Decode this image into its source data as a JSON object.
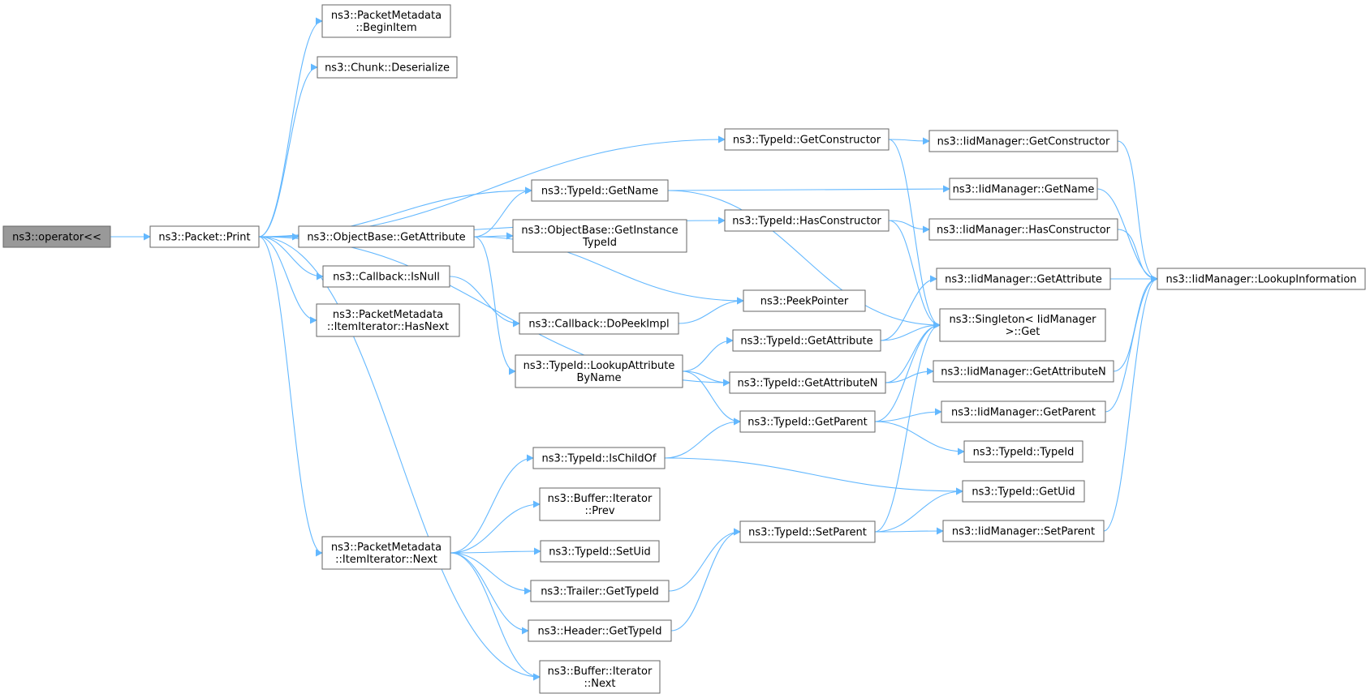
{
  "colors": {
    "edge": "#63b8ff",
    "node_border": "#666666",
    "root_fill": "#999999",
    "node_fill": "#ffffff"
  },
  "nodes": [
    {
      "id": "op",
      "lines": [
        "ns3::operator<<"
      ]
    },
    {
      "id": "print",
      "lines": [
        "ns3::Packet::Print"
      ]
    },
    {
      "id": "pm_begin",
      "lines": [
        "ns3::PacketMetadata",
        "::BeginItem"
      ]
    },
    {
      "id": "chunk_deser",
      "lines": [
        "ns3::Chunk::Deserialize"
      ]
    },
    {
      "id": "ob_getattr",
      "lines": [
        "ns3::ObjectBase::GetAttribute"
      ]
    },
    {
      "id": "cb_isnull",
      "lines": [
        "ns3::Callback::IsNull"
      ]
    },
    {
      "id": "pm_hasnext",
      "lines": [
        "ns3::PacketMetadata",
        "::ItemIterator::HasNext"
      ]
    },
    {
      "id": "pm_next",
      "lines": [
        "ns3::PacketMetadata",
        "::ItemIterator::Next"
      ]
    },
    {
      "id": "tid_getname",
      "lines": [
        "ns3::TypeId::GetName"
      ]
    },
    {
      "id": "ob_getinst",
      "lines": [
        "ns3::ObjectBase::GetInstance",
        "TypeId"
      ]
    },
    {
      "id": "cb_peekimpl",
      "lines": [
        "ns3::Callback::DoPeekImpl"
      ]
    },
    {
      "id": "tid_lookupattr",
      "lines": [
        "ns3::TypeId::LookupAttribute",
        "ByName"
      ]
    },
    {
      "id": "tid_ischildof",
      "lines": [
        "ns3::TypeId::IsChildOf"
      ]
    },
    {
      "id": "buf_prev",
      "lines": [
        "ns3::Buffer::Iterator",
        "::Prev"
      ]
    },
    {
      "id": "tid_setuid",
      "lines": [
        "ns3::TypeId::SetUid"
      ]
    },
    {
      "id": "trailer_gettid",
      "lines": [
        "ns3::Trailer::GetTypeId"
      ]
    },
    {
      "id": "header_gettid",
      "lines": [
        "ns3::Header::GetTypeId"
      ]
    },
    {
      "id": "buf_next",
      "lines": [
        "ns3::Buffer::Iterator",
        "::Next"
      ]
    },
    {
      "id": "tid_getctor",
      "lines": [
        "ns3::TypeId::GetConstructor"
      ]
    },
    {
      "id": "tid_hasctor",
      "lines": [
        "ns3::TypeId::HasConstructor"
      ]
    },
    {
      "id": "peekpointer",
      "lines": [
        "ns3::PeekPointer"
      ]
    },
    {
      "id": "tid_getattr",
      "lines": [
        "ns3::TypeId::GetAttribute"
      ]
    },
    {
      "id": "tid_getattrn",
      "lines": [
        "ns3::TypeId::GetAttributeN"
      ]
    },
    {
      "id": "tid_getparent",
      "lines": [
        "ns3::TypeId::GetParent"
      ]
    },
    {
      "id": "tid_setparent",
      "lines": [
        "ns3::TypeId::SetParent"
      ]
    },
    {
      "id": "iid_getctor",
      "lines": [
        "ns3::IidManager::GetConstructor"
      ]
    },
    {
      "id": "iid_getname",
      "lines": [
        "ns3::IidManager::GetName"
      ]
    },
    {
      "id": "iid_hasctor",
      "lines": [
        "ns3::IidManager::HasConstructor"
      ]
    },
    {
      "id": "iid_getattr",
      "lines": [
        "ns3::IidManager::GetAttribute"
      ]
    },
    {
      "id": "singleton_get",
      "lines": [
        "ns3::Singleton< IidManager",
        " >::Get"
      ]
    },
    {
      "id": "iid_getattrn",
      "lines": [
        "ns3::IidManager::GetAttributeN"
      ]
    },
    {
      "id": "iid_getparent",
      "lines": [
        "ns3::IidManager::GetParent"
      ]
    },
    {
      "id": "tid_typeid",
      "lines": [
        "ns3::TypeId::TypeId"
      ]
    },
    {
      "id": "tid_getuid",
      "lines": [
        "ns3::TypeId::GetUid"
      ]
    },
    {
      "id": "iid_setparent",
      "lines": [
        "ns3::IidManager::SetParent"
      ]
    },
    {
      "id": "iid_lookupinfo",
      "lines": [
        "ns3::IidManager::LookupInformation"
      ]
    }
  ],
  "edges": [
    [
      "op",
      "print"
    ],
    [
      "print",
      "pm_begin"
    ],
    [
      "print",
      "chunk_deser"
    ],
    [
      "print",
      "tid_getctor"
    ],
    [
      "print",
      "tid_hasctor"
    ],
    [
      "print",
      "tid_getname"
    ],
    [
      "print",
      "ob_getattr"
    ],
    [
      "print",
      "cb_isnull"
    ],
    [
      "print",
      "pm_hasnext"
    ],
    [
      "print",
      "tid_getattrn"
    ],
    [
      "print",
      "pm_next"
    ],
    [
      "print",
      "buf_next"
    ],
    [
      "ob_getattr",
      "tid_getname"
    ],
    [
      "ob_getattr",
      "ob_getinst"
    ],
    [
      "ob_getattr",
      "peekpointer"
    ],
    [
      "ob_getattr",
      "tid_lookupattr"
    ],
    [
      "cb_isnull",
      "cb_peekimpl"
    ],
    [
      "cb_peekimpl",
      "peekpointer"
    ],
    [
      "tid_getname",
      "iid_getname"
    ],
    [
      "tid_getname",
      "singleton_get"
    ],
    [
      "tid_getctor",
      "iid_getctor"
    ],
    [
      "tid_getctor",
      "singleton_get"
    ],
    [
      "tid_hasctor",
      "iid_hasctor"
    ],
    [
      "tid_hasctor",
      "singleton_get"
    ],
    [
      "tid_lookupattr",
      "tid_getattr"
    ],
    [
      "tid_lookupattr",
      "tid_getattrn"
    ],
    [
      "tid_lookupattr",
      "tid_getparent"
    ],
    [
      "tid_getattr",
      "iid_getattr"
    ],
    [
      "tid_getattr",
      "singleton_get"
    ],
    [
      "tid_getattrn",
      "iid_getattrn"
    ],
    [
      "tid_getattrn",
      "singleton_get"
    ],
    [
      "tid_getparent",
      "iid_getparent"
    ],
    [
      "tid_getparent",
      "singleton_get"
    ],
    [
      "tid_getparent",
      "tid_typeid"
    ],
    [
      "tid_ischildof",
      "tid_getparent"
    ],
    [
      "tid_ischildof",
      "tid_getuid"
    ],
    [
      "pm_next",
      "tid_ischildof"
    ],
    [
      "pm_next",
      "buf_prev"
    ],
    [
      "pm_next",
      "tid_setuid"
    ],
    [
      "pm_next",
      "trailer_gettid"
    ],
    [
      "pm_next",
      "header_gettid"
    ],
    [
      "pm_next",
      "buf_next"
    ],
    [
      "trailer_gettid",
      "tid_setparent"
    ],
    [
      "header_gettid",
      "tid_setparent"
    ],
    [
      "tid_setparent",
      "tid_getuid"
    ],
    [
      "tid_setparent",
      "iid_setparent"
    ],
    [
      "tid_setparent",
      "singleton_get"
    ],
    [
      "iid_getctor",
      "iid_lookupinfo"
    ],
    [
      "iid_getname",
      "iid_lookupinfo"
    ],
    [
      "iid_hasctor",
      "iid_lookupinfo"
    ],
    [
      "iid_getattr",
      "iid_lookupinfo"
    ],
    [
      "iid_getattrn",
      "iid_lookupinfo"
    ],
    [
      "iid_getparent",
      "iid_lookupinfo"
    ],
    [
      "iid_setparent",
      "iid_lookupinfo"
    ]
  ]
}
